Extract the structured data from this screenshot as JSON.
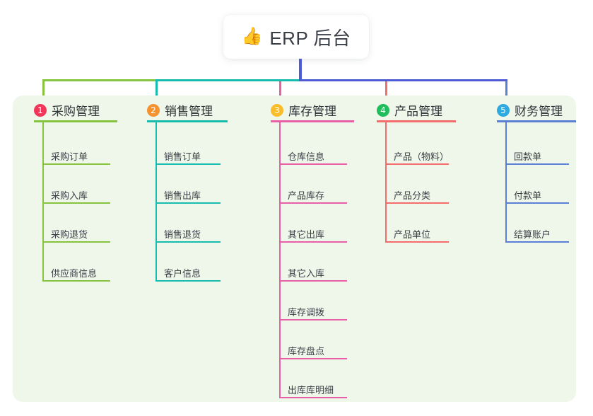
{
  "title": {
    "icon": "thumbs-up-icon",
    "emoji": "👍",
    "text": "ERP 后台"
  },
  "colors": {
    "page_background": "#ffffff",
    "panel_background": "#eef7e9",
    "trunk": "#4f5bd5",
    "text": "#3a3f47",
    "branch_1": "#86c440",
    "branch_2": "#18bcae",
    "branch_3": "#e85fa8",
    "branch_4": "#f56c6c",
    "branch_5": "#5b7fd4",
    "badge_1": "#f2365a",
    "badge_2": "#f59331",
    "badge_3": "#fbbc2c",
    "badge_4": "#1fbd5b",
    "badge_5": "#2eaae0"
  },
  "columns": [
    {
      "number": "1",
      "title": "采购管理",
      "badge_color": "#f2365a",
      "line_color": "#86c440",
      "items": [
        {
          "label": "采购订单"
        },
        {
          "label": "采购入库"
        },
        {
          "label": "采购退货"
        },
        {
          "label": "供应商信息"
        }
      ]
    },
    {
      "number": "2",
      "title": "销售管理",
      "badge_color": "#f59331",
      "line_color": "#18bcae",
      "items": [
        {
          "label": "销售订单"
        },
        {
          "label": "销售出库"
        },
        {
          "label": "销售退货"
        },
        {
          "label": "客户信息"
        }
      ]
    },
    {
      "number": "3",
      "title": "库存管理",
      "badge_color": "#fbbc2c",
      "line_color": "#e85fa8",
      "items": [
        {
          "label": "仓库信息"
        },
        {
          "label": "产品库存"
        },
        {
          "label": "其它出库"
        },
        {
          "label": "其它入库"
        },
        {
          "label": "库存调拨"
        },
        {
          "label": "库存盘点"
        },
        {
          "label": "出库库明细"
        }
      ]
    },
    {
      "number": "4",
      "title": "产品管理",
      "badge_color": "#1fbd5b",
      "line_color": "#f56c6c",
      "items": [
        {
          "label": "产品（物料）"
        },
        {
          "label": "产品分类"
        },
        {
          "label": "产品单位"
        }
      ]
    },
    {
      "number": "5",
      "title": "财务管理",
      "badge_color": "#2eaae0",
      "line_color": "#5b7fd4",
      "items": [
        {
          "label": "回款单"
        },
        {
          "label": "付款单"
        },
        {
          "label": "结算账户"
        }
      ]
    }
  ]
}
